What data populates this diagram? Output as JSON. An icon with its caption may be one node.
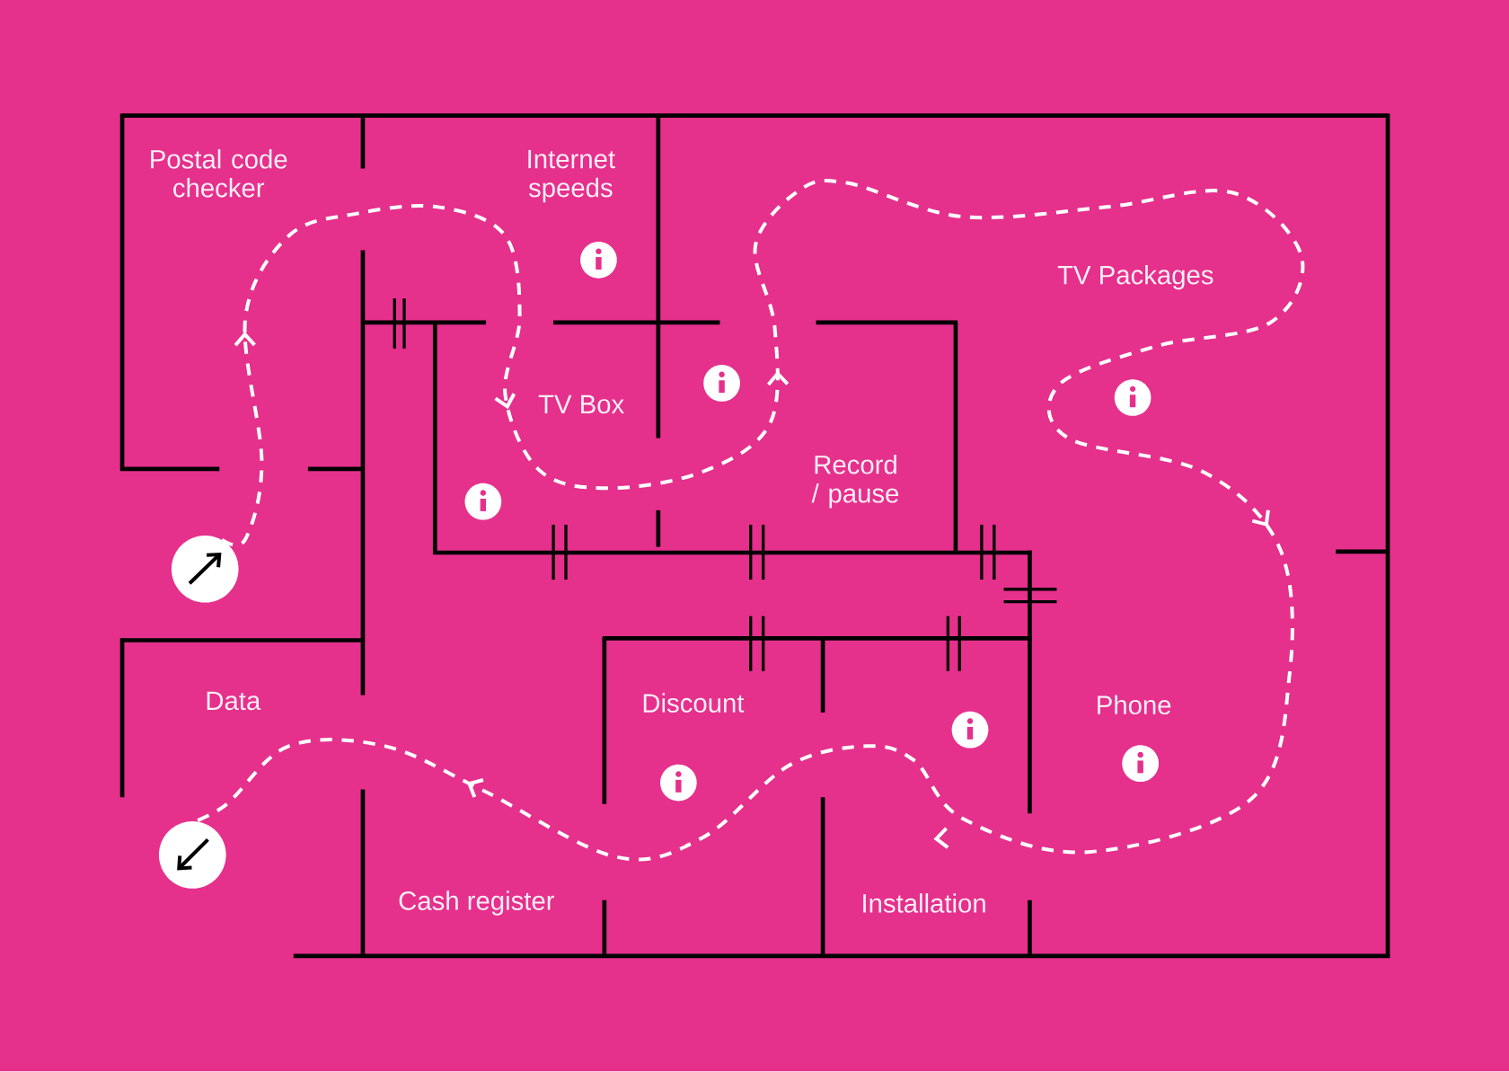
{
  "diagram": {
    "nodes": [
      {
        "text": [],
        "shape": "circle"
      },
      {
        "text": [],
        "shape": "circle"
      }
    ],
    "edges": [
      {
        "from": 0,
        "to": 1,
        "arrow": "to",
        "style": "dashed",
        "color": "#ffffff"
      }
    ],
    "labels": [
      "Postal code checker",
      "Internet speeds",
      "TV Box",
      "TV Packages",
      "Record / pause",
      "Data",
      "Discount",
      "Phone",
      "Cash register",
      "Installation"
    ]
  }
}
